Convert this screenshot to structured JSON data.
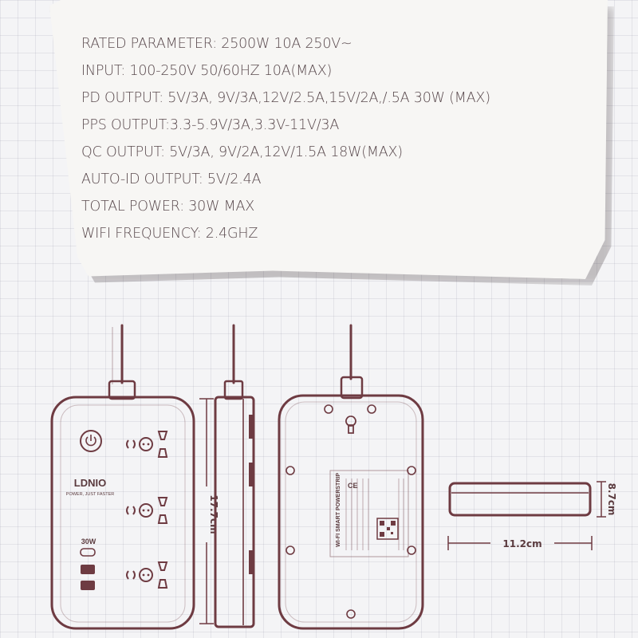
{
  "specs": [
    "RATED PARAMETER: 2500W 10A 250V~",
    "INPUT: 100-250V 50/60HZ 10A(MAX)",
    "PD OUTPUT: 5V/3A, 9V/3A,12V/2.5A,15V/2A,/.5A 30W (MAX)",
    "PPS OUTPUT:3.3-5.9V/3A,3.3V-11V/3A",
    "QC OUTPUT: 5V/3A, 9V/2A,12V/1.5A 18W(MAX)",
    "AUTO-ID OUTPUT: 5V/2.4A",
    "TOTAL POWER: 30W MAX",
    "WIFI FREQUENCY: 2.4GHZ"
  ],
  "product": {
    "brand": "LDNIO",
    "tagline": "POWER, JUST FASTER",
    "usb_badge": "30W",
    "label_title": "WI-FI SMART POWERSTRIP"
  },
  "dimensions": {
    "height": "17.7cm",
    "width": "11.2cm",
    "depth": "8.7cm"
  },
  "colors": {
    "line": "#6e3b42",
    "background": "#f4f4f6",
    "text": "#5a4a4e"
  }
}
